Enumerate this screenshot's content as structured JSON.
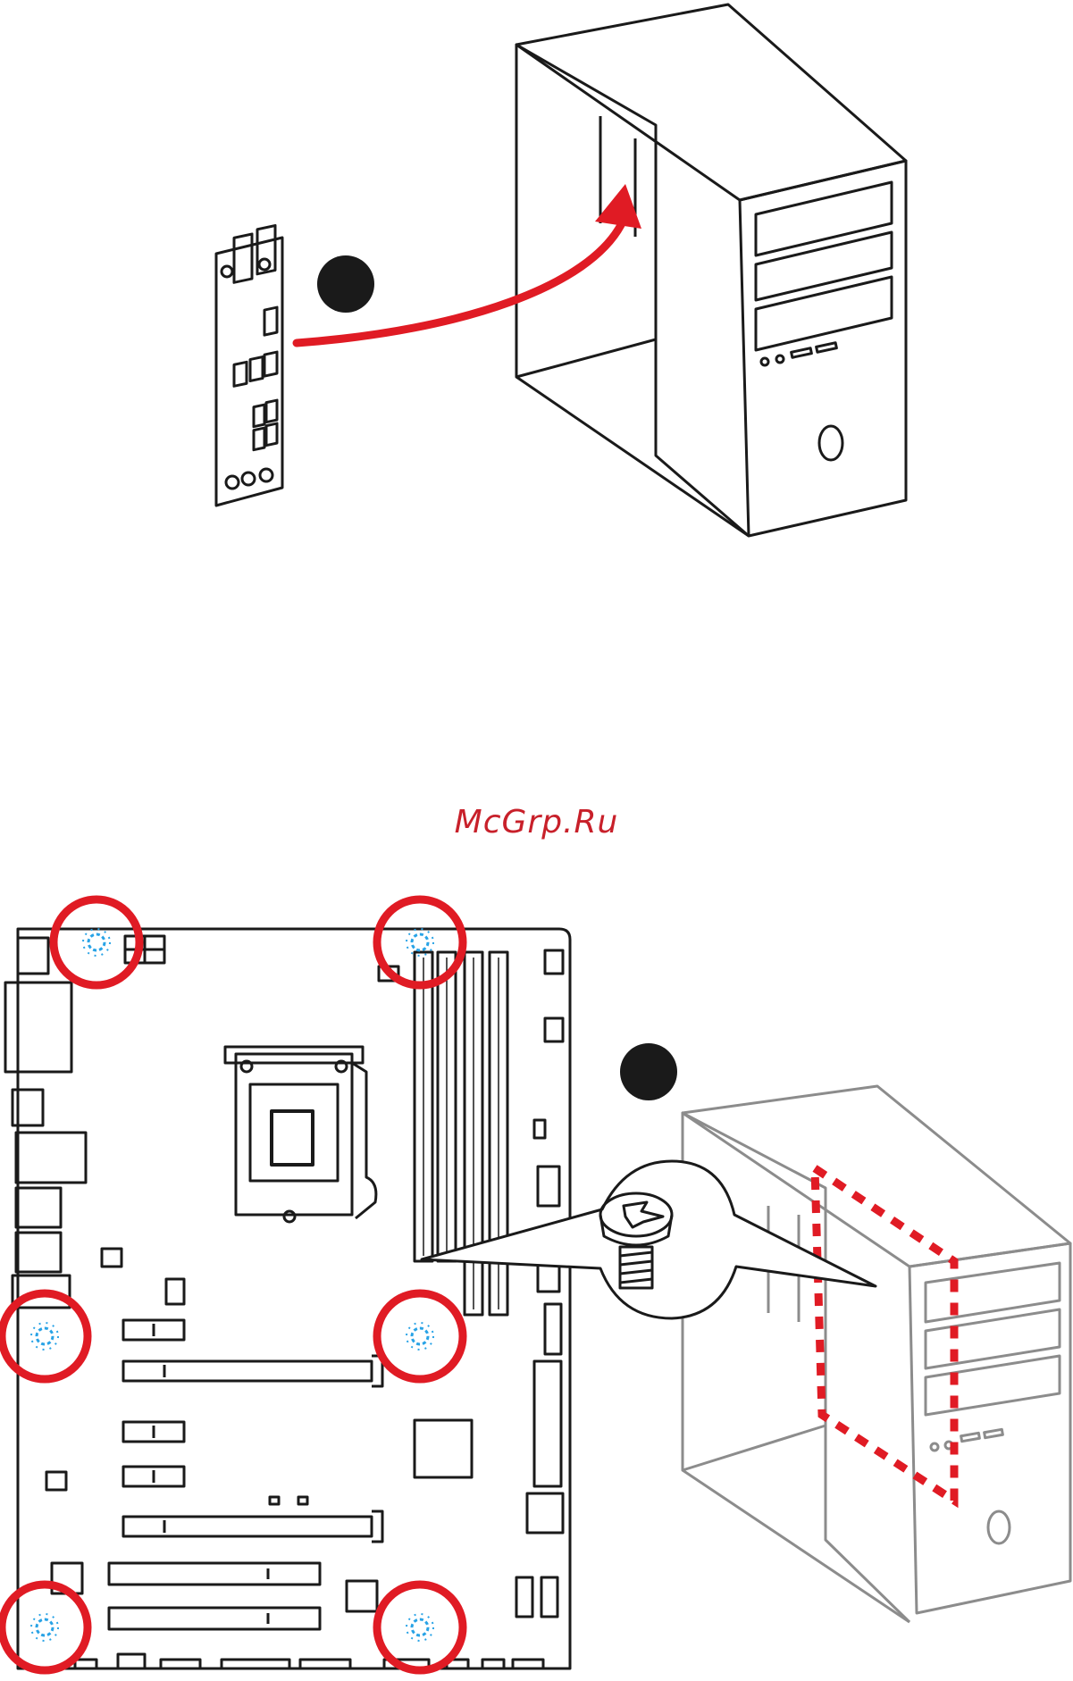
{
  "watermark": {
    "text": "McGrp.Ru"
  },
  "colors": {
    "line": "#1a1a1a",
    "accent_red": "#e01b24",
    "screw_blue": "#29a3e6",
    "case_gray": "#8c8c8c",
    "background": "#ffffff"
  },
  "steps": [
    {
      "name": "step-1-io-shield-install",
      "marker": "black-dot"
    },
    {
      "name": "step-2-motherboard-mount",
      "marker": "black-dot"
    }
  ],
  "icons": [
    "io-shield-icon",
    "pc-case-icon",
    "motherboard-icon",
    "screw-icon",
    "standoff-icon"
  ]
}
